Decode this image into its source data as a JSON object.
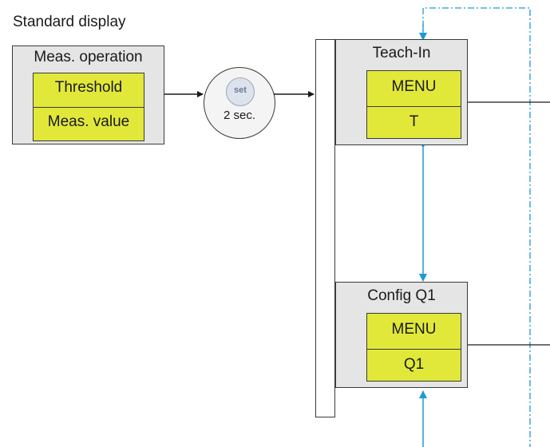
{
  "heading": "Standard display",
  "standard_panel": {
    "title": "Meas. operation",
    "row1": "Threshold",
    "row2": "Meas. value"
  },
  "set_button": {
    "key_label": "set",
    "hold_label": "2 sec."
  },
  "teach_in_panel": {
    "title": "Teach-In",
    "row1": "MENU",
    "row2": "T"
  },
  "config_q1_panel": {
    "title": "Config Q1",
    "row1": "MENU",
    "row2": "Q1"
  },
  "colors": {
    "yellow": "#e1e83a",
    "panel_gray": "#e5e5e5",
    "arrow_blue": "#1a9ad6",
    "line_dark": "#3a3a3a"
  }
}
